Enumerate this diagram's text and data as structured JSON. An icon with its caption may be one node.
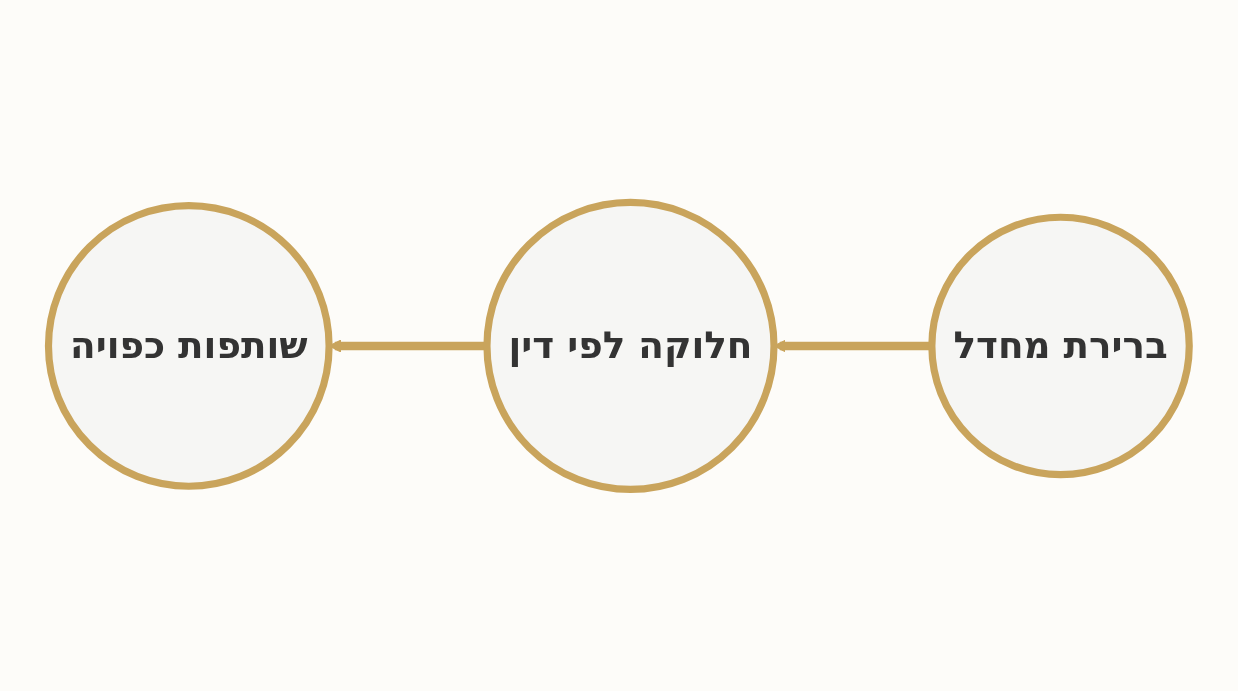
{
  "diagram": {
    "nodes": [
      {
        "text": [
          "ברירת מחדל"
        ]
      },
      {
        "text": [
          "חלוקה לפי דין"
        ]
      },
      {
        "text": [
          "שותפות כפויה"
        ]
      }
    ],
    "edges": [
      {
        "from": 0,
        "to": 1,
        "arrow": "to"
      },
      {
        "from": 1,
        "to": 2,
        "arrow": "to"
      }
    ]
  }
}
